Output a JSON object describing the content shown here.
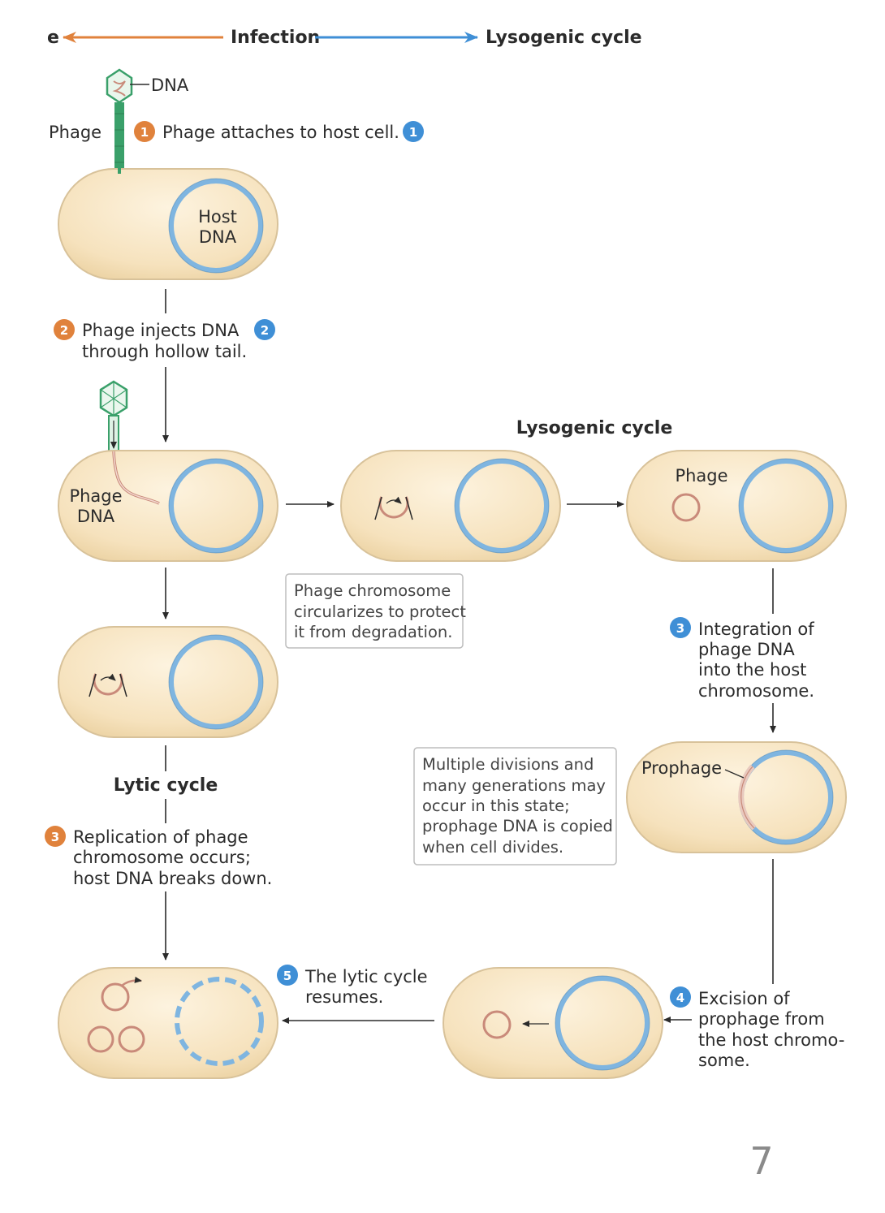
{
  "header": {
    "left_fragment": "e",
    "infection": "Infection",
    "lysogenic": "Lysogenic cycle",
    "colors": {
      "orange": "#e0823c",
      "blue": "#3f8fd6"
    }
  },
  "labels": {
    "dna": "DNA",
    "phage_cut": "Phage",
    "host_dna_1": "Host",
    "host_dna_2": "DNA",
    "phage_dna_1": "Phage",
    "phage_dna_2": "DNA",
    "lysogenic_title": "Lysogenic cycle",
    "phage_circle": "Phage",
    "lytic_title": "Lytic cycle",
    "prophage": "Prophage"
  },
  "steps": {
    "s1_orange_num": "1",
    "s1_text": "Phage attaches to host cell.",
    "s1_blue_num": "1",
    "s2_orange_num": "2",
    "s2_line1": "Phage injects DNA",
    "s2_line2": "through hollow tail.",
    "s2_blue_num": "2",
    "s3_lytic_num": "3",
    "s3_lytic_line1": "Replication of phage",
    "s3_lytic_line2": "chromosome occurs;",
    "s3_lytic_line3": "host DNA breaks down.",
    "s3_lyso_num": "3",
    "s3_lyso_line1": "Integration of",
    "s3_lyso_line2": "phage DNA",
    "s3_lyso_line3": "into the host",
    "s3_lyso_line4": "chromosome.",
    "s4_num": "4",
    "s4_line1": "Excision of",
    "s4_line2": "prophage from",
    "s4_line3": "the host chromo-",
    "s4_line4": "some.",
    "s5_num": "5",
    "s5_line1": "The lytic cycle",
    "s5_line2": "resumes."
  },
  "notes": {
    "circularize_1": "Phage chromosome",
    "circularize_2": "circularizes to protect",
    "circularize_3": "it from degradation.",
    "divisions_1": "Multiple divisions and",
    "divisions_2": "many generations may",
    "divisions_3": "occur in this state;",
    "divisions_4": "prophage DNA is copied",
    "divisions_5": "when cell divides."
  },
  "page_number": "7",
  "colors": {
    "cell_fill": "#f6e2bd",
    "cell_stroke": "#d8c29a",
    "dna_blue": "#7fb5e0",
    "phage_green": "#3aa06a",
    "phage_dna": "#c98a7a"
  }
}
